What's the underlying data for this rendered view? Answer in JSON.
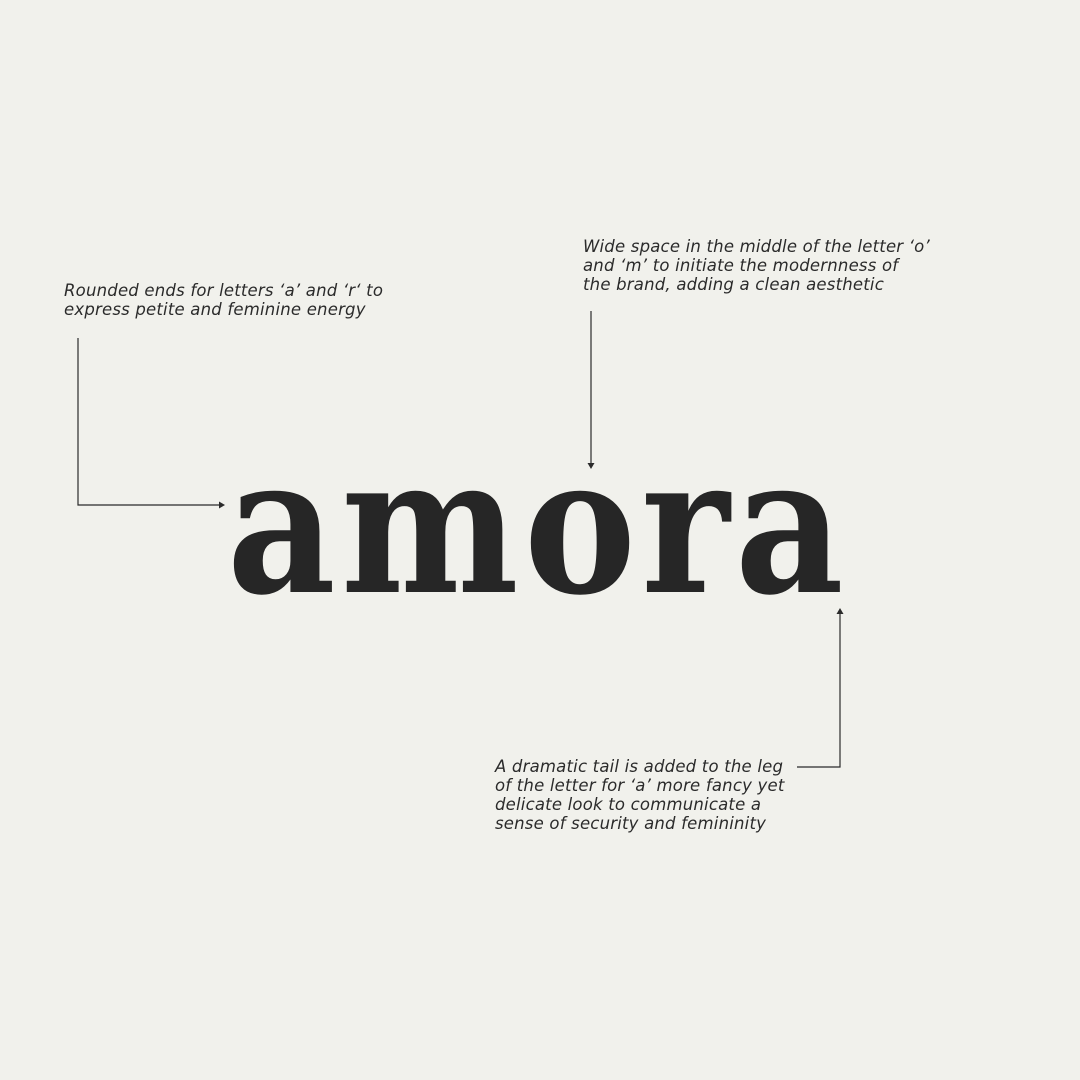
{
  "wordmark": "amora",
  "annotations": {
    "rounded_ends": [
      "Rounded ends for letters ‘a’ and ‘r‘ to",
      "express petite and feminine energy"
    ],
    "wide_space": [
      "Wide space in the middle of the letter ‘o’",
      "and ‘m’ to initiate the modernness of",
      "the brand, adding a clean aesthetic"
    ],
    "dramatic_tail": [
      "A dramatic tail is added to the leg",
      "of the letter for ‘a’ more fancy yet",
      "delicate look to communicate a",
      "sense of security and femininity"
    ]
  },
  "colors": {
    "background": "#f1f1ec",
    "ink": "#262626"
  }
}
